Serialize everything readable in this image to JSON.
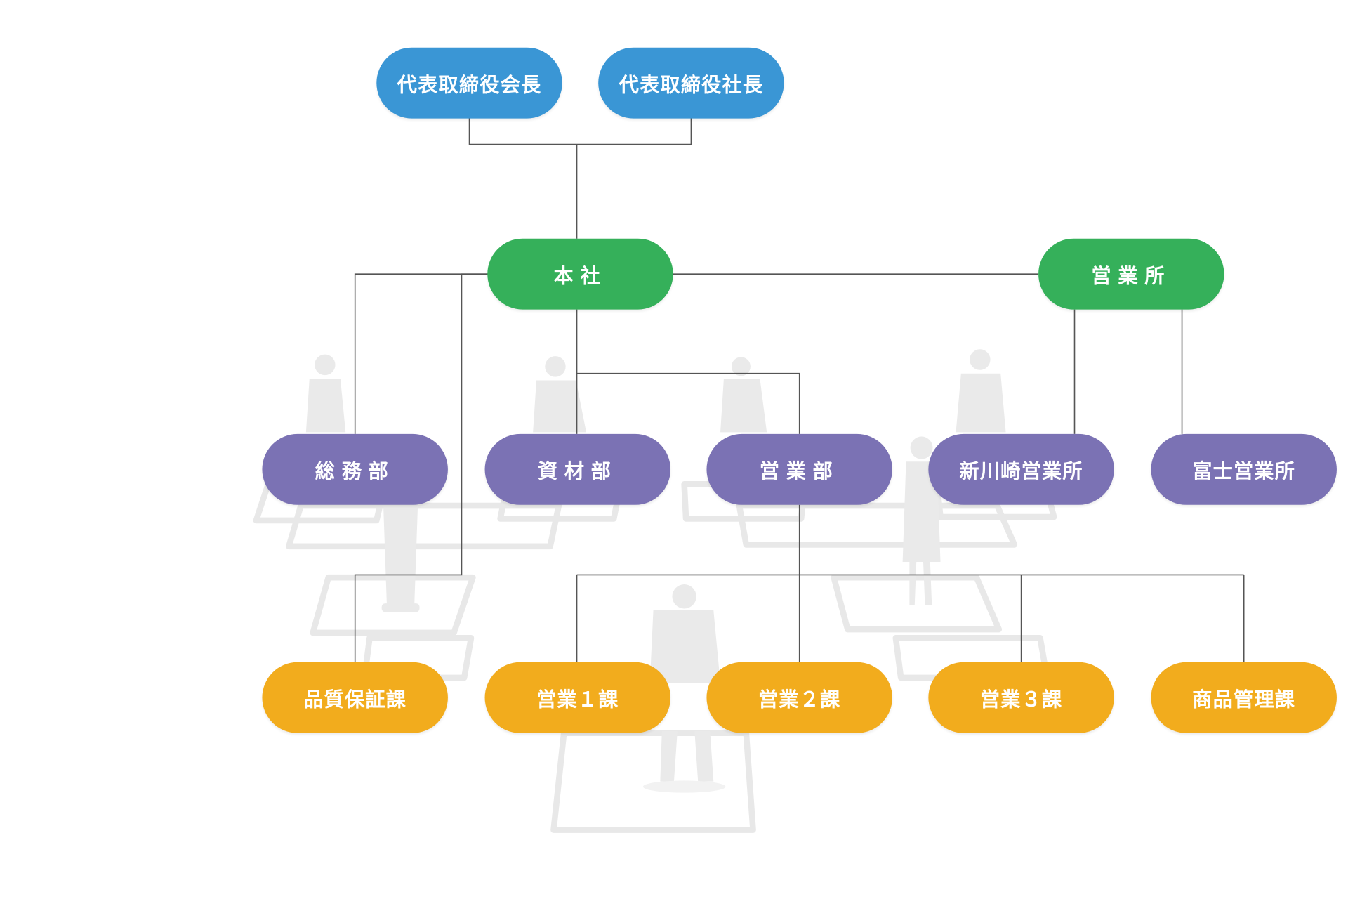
{
  "executives": [
    {
      "label": "代表取締役会長"
    },
    {
      "label": "代表取締役社長"
    }
  ],
  "offices": [
    {
      "label": "本社"
    },
    {
      "label": "営業所"
    }
  ],
  "departments": [
    {
      "label": "総務部"
    },
    {
      "label": "資材部"
    },
    {
      "label": "営業部"
    },
    {
      "label": "新川崎営業所"
    },
    {
      "label": "富士営業所"
    }
  ],
  "sections": [
    {
      "label": "品質保証課"
    },
    {
      "label": "営業１課"
    },
    {
      "label": "営業２課"
    },
    {
      "label": "営業３課"
    },
    {
      "label": "商品管理課"
    }
  ],
  "colors": {
    "executive": "#3a96d5",
    "office": "#35b05a",
    "department": "#7b72b4",
    "section": "#f2ac1d",
    "connector": "#555555",
    "background_figures": "#e6e6e6"
  }
}
